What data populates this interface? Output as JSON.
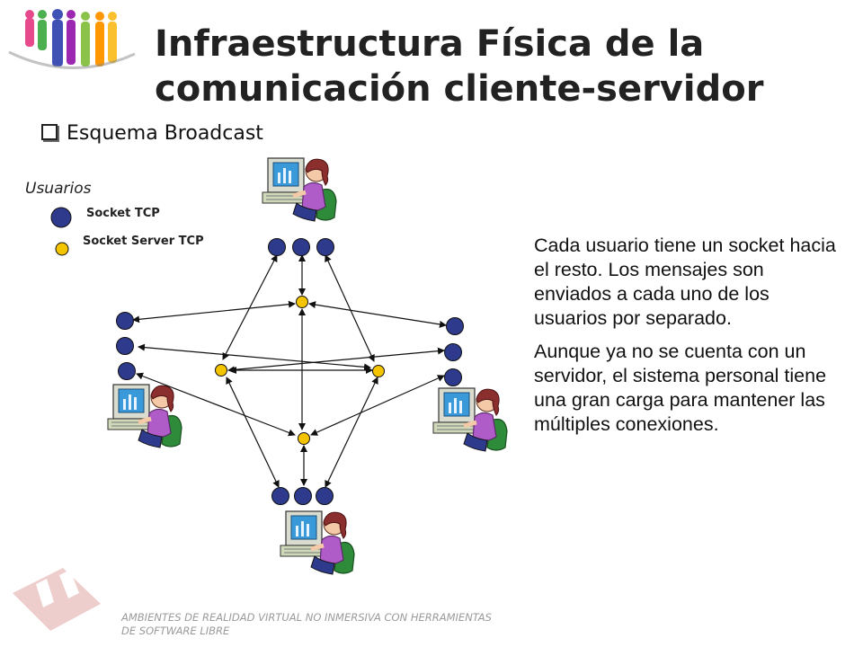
{
  "slide": {
    "title_line1": "Infraestructura Física de la",
    "title_line2": "comunicación cliente-servidor",
    "bullet": "Esquema Broadcast",
    "footer_line1": "AMBIENTES DE REALIDAD VIRTUAL NO INMERSIVA CON HERRAMIENTAS",
    "footer_line2": "DE SOFTWARE LIBRE"
  },
  "legend": {
    "title": "Usuarios",
    "tcp_label": "Socket TCP",
    "server_label": "Socket Server TCP"
  },
  "colors": {
    "socket_tcp": "#2e3a8c",
    "socket_server": "#f5c400",
    "person_shirt": "#b05cc8",
    "chair": "#2e8b3a",
    "monitor_screen": "#3a9ad9"
  },
  "description": {
    "p1": "Cada usuario tiene un socket hacia el resto. Los mensajes son enviados a cada uno de los usuarios por separado.",
    "p2": "Aunque ya no se cuenta con un servidor, el sistema personal tiene una gran carga para mantener las múltiples conexiones."
  }
}
